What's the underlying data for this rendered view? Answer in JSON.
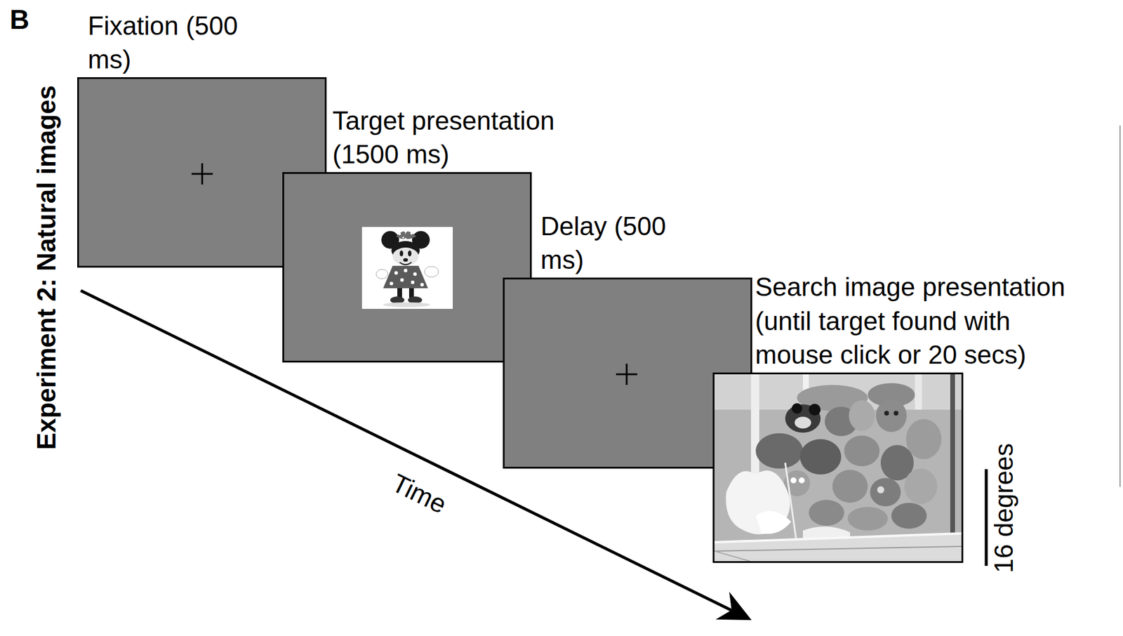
{
  "diagram": {
    "nodes": [
      {
        "text": [
          "Fixation (500 ms)"
        ]
      },
      {
        "text": [
          "Target presentation (1500 ms)"
        ]
      },
      {
        "text": [
          "Delay (500 ms)"
        ]
      },
      {
        "text": [
          "Search image presentation (until target found with mouse click or 20 secs)"
        ]
      }
    ],
    "labels": [
      "B",
      "Experiment 2: Natural images",
      "Time",
      "16 degrees"
    ]
  }
}
